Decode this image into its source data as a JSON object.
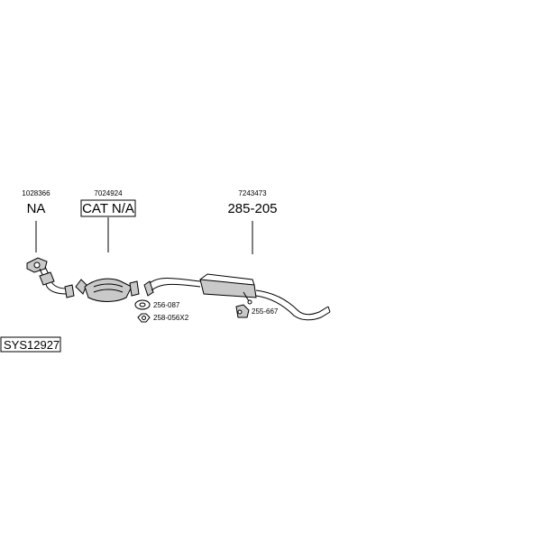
{
  "parts": {
    "downpipe": {
      "ref": "1028366",
      "label": "NA"
    },
    "catalyst": {
      "ref": "7024924",
      "label": "CAT N/A"
    },
    "rear_section": {
      "ref": "7243473",
      "label": "285-205"
    }
  },
  "accessories": {
    "gasket": "256-087",
    "nut": "258-056X2",
    "rubber_mount": "255-667"
  },
  "system_code": "SYS12927"
}
